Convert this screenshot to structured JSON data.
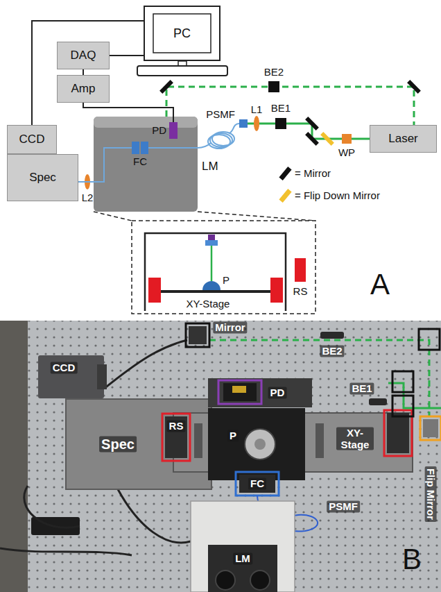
{
  "diagram": {
    "nodes": [
      {
        "text": [
          "PC"
        ]
      },
      {
        "text": [
          "DAQ"
        ]
      },
      {
        "text": [
          "Amp"
        ]
      },
      {
        "text": [
          "CCD"
        ]
      },
      {
        "text": [
          "Spec"
        ]
      },
      {
        "text": [
          "LM"
        ]
      },
      {
        "text": [
          "FC"
        ],
        "in": 5
      },
      {
        "text": [
          "PD"
        ],
        "in": 5
      },
      {
        "text": [
          "Laser"
        ]
      }
    ],
    "edges": [
      {
        "from": 0,
        "to": 1,
        "arrow": "none"
      },
      {
        "from": 1,
        "to": 2,
        "arrow": "none"
      },
      {
        "from": 2,
        "to": 7,
        "arrow": "none"
      },
      {
        "from": 0,
        "to": 3,
        "arrow": "none"
      },
      {
        "from": 6,
        "to": 4,
        "arrow": "none"
      }
    ],
    "labels": [
      "PSMF",
      "L1",
      "BE1",
      "BE2",
      "WP",
      "L2",
      "P",
      "XY-Stage",
      "RS",
      "A",
      "Mirror",
      "BE2",
      "CCD",
      "PD",
      "BE1",
      "RS",
      "Spec",
      "P",
      "XY-Stage",
      "FC",
      "PSMF",
      "LM",
      "Flip Mirror",
      "B"
    ],
    "legend": [
      {
        "text": "= Mirror",
        "color": "#111111"
      },
      {
        "text": "= Flip Down Mirror",
        "color": "#f2c12e"
      }
    ]
  }
}
